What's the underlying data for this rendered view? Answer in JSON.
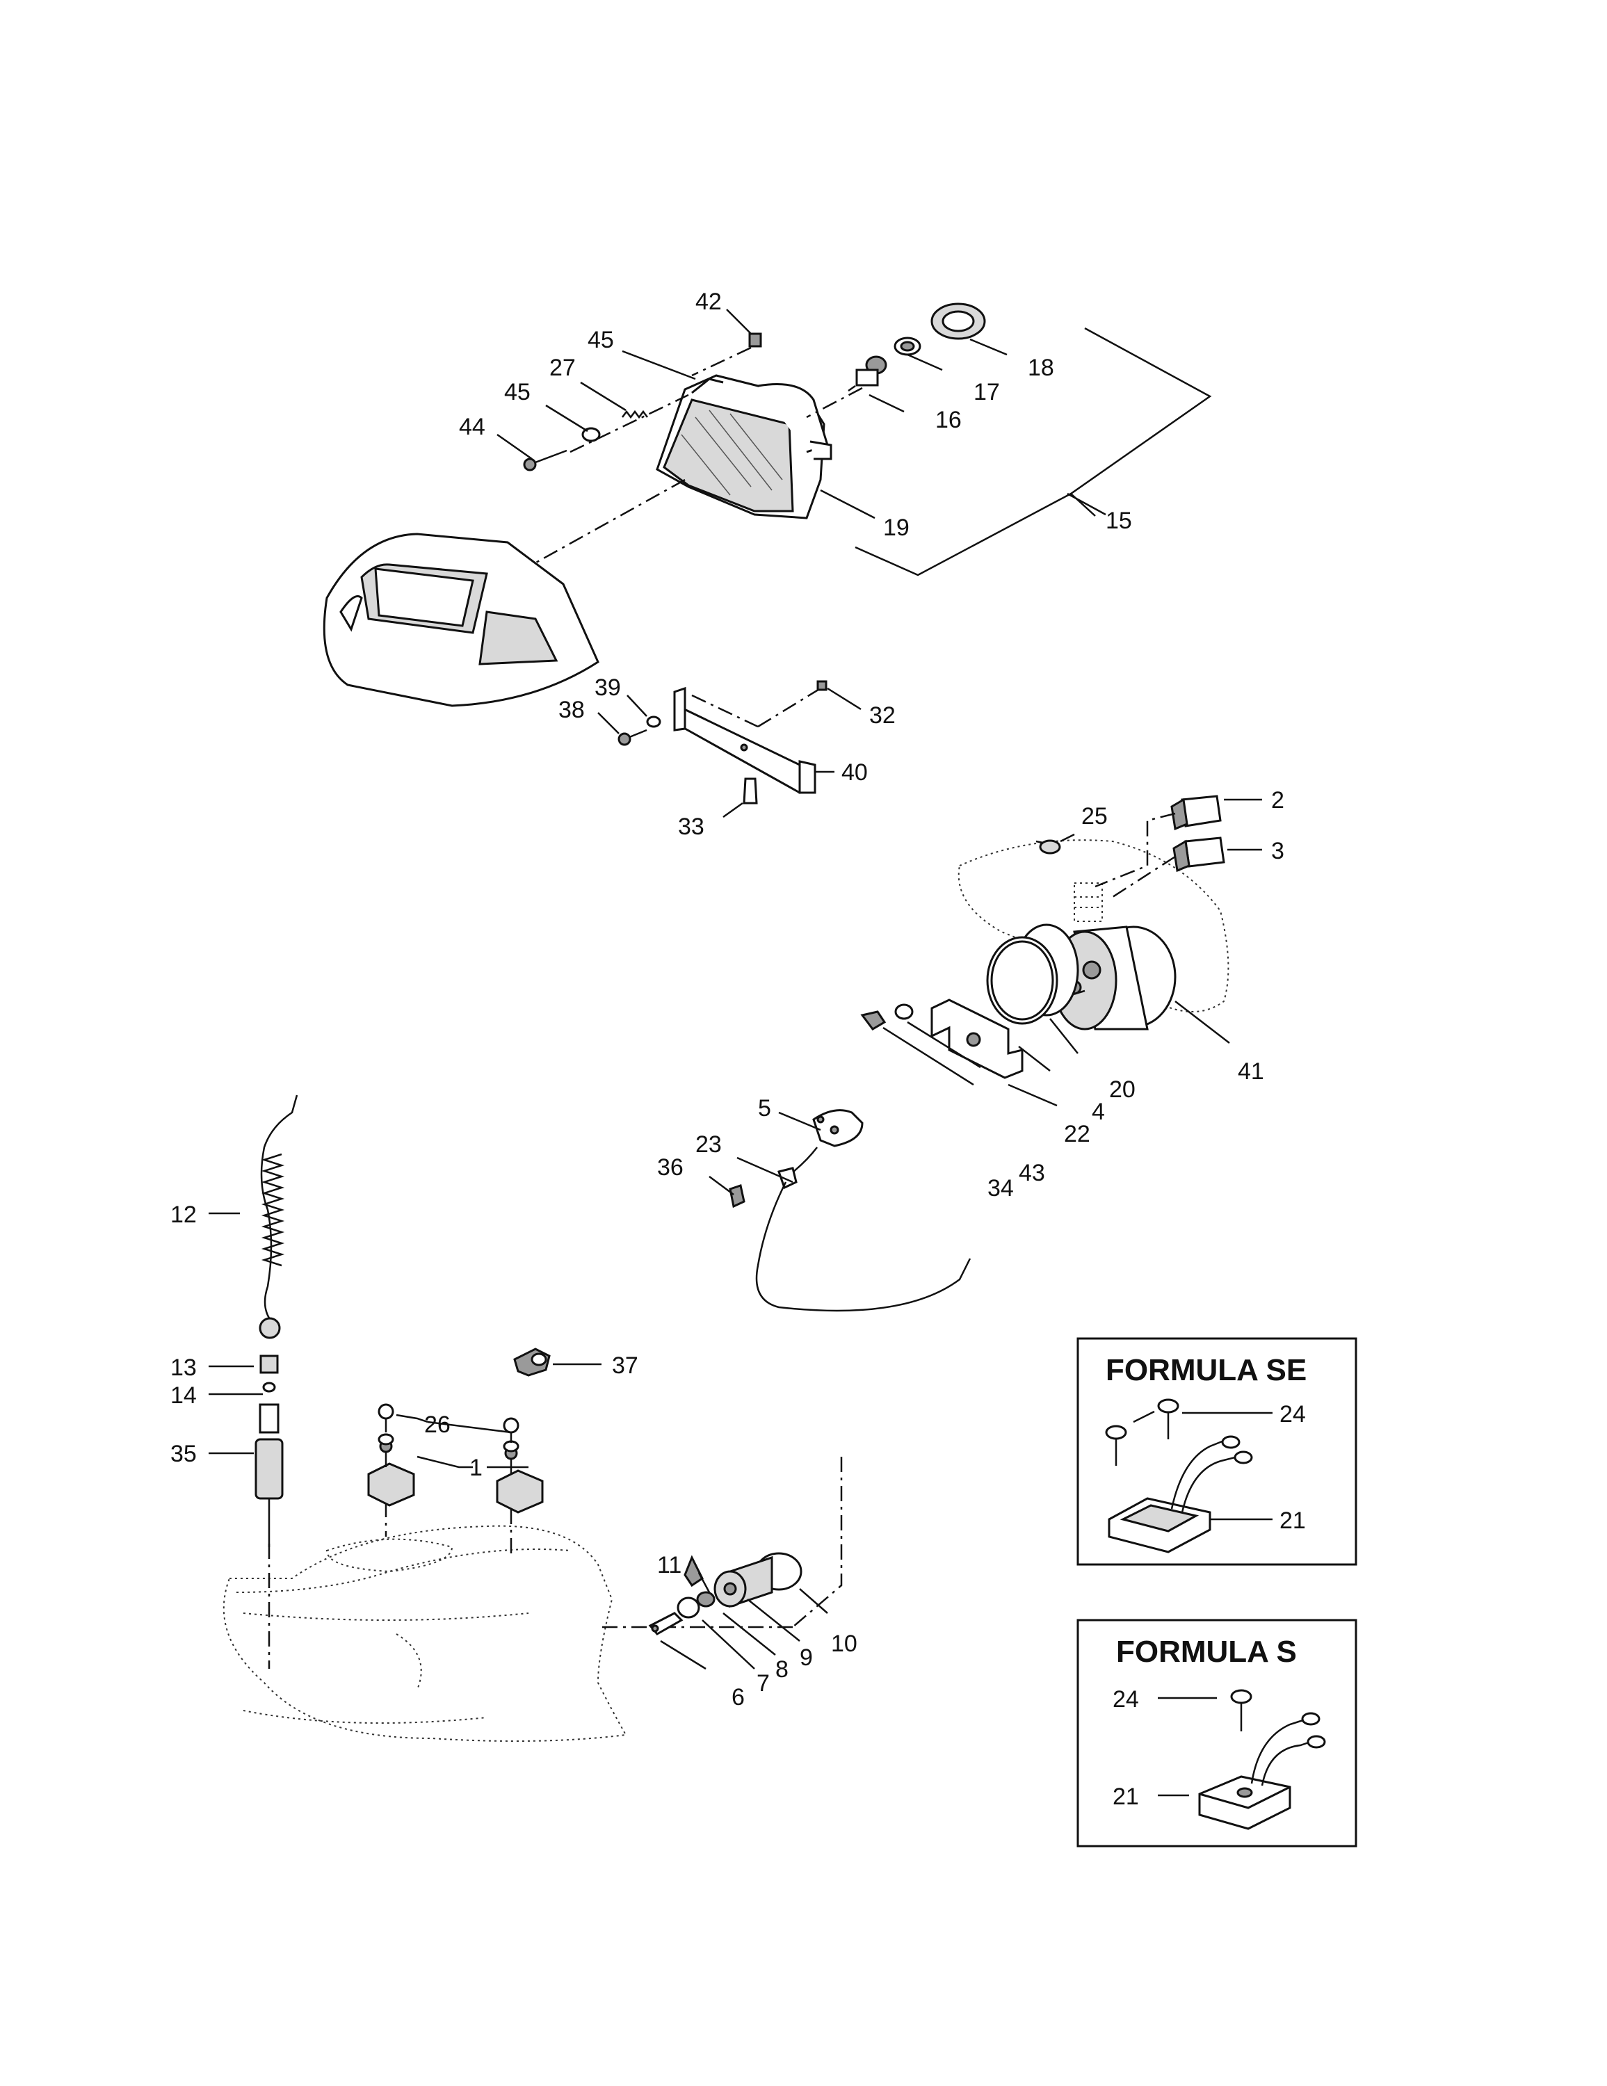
{
  "callouts": {
    "c1": "1",
    "c2": "2",
    "c3": "3",
    "c4": "4",
    "c5": "5",
    "c6": "6",
    "c7": "7",
    "c8": "8",
    "c9": "9",
    "c10": "10",
    "c11": "11",
    "c12": "12",
    "c13": "13",
    "c14": "14",
    "c15": "15",
    "c16": "16",
    "c17": "17",
    "c18": "18",
    "c19": "19",
    "c20": "20",
    "c22": "22",
    "c23": "23",
    "c25": "25",
    "c26": "26",
    "c27": "27",
    "c32": "32",
    "c33": "33",
    "c34": "34",
    "c35": "35",
    "c36": "36",
    "c37": "37",
    "c38": "38",
    "c39": "39",
    "c40": "40",
    "c41": "41",
    "c42": "42",
    "c43": "43",
    "c44": "44",
    "c45a": "45",
    "c45b": "45"
  },
  "boxes": {
    "formula_se": {
      "title": "FORMULA SE",
      "label_24": "24",
      "label_21": "21"
    },
    "formula_s": {
      "title": "FORMULA S",
      "label_24": "24",
      "label_21": "21"
    }
  }
}
